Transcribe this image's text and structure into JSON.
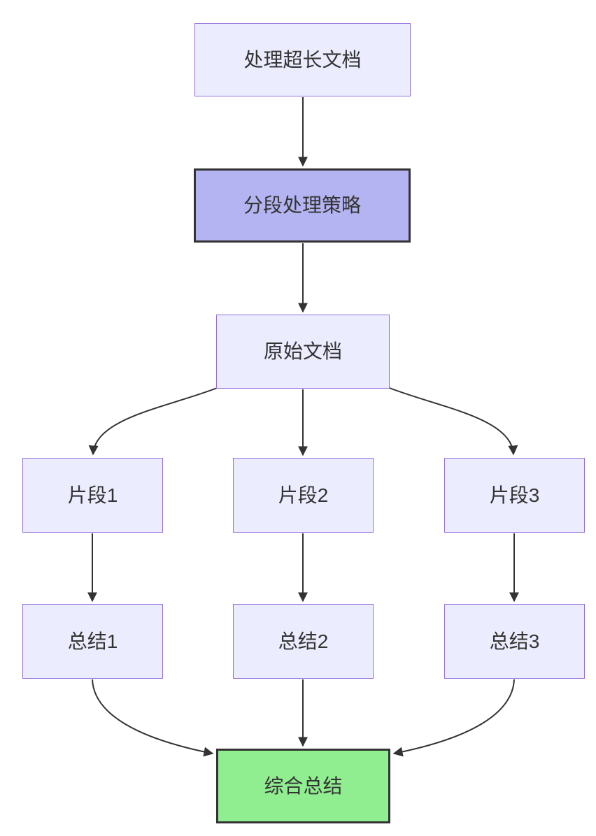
{
  "diagram": {
    "type": "flowchart",
    "direction": "top-down",
    "nodes": [
      {
        "id": "process-long-document",
        "label": "处理超长文档",
        "style": "default"
      },
      {
        "id": "segmentation-strategy",
        "label": "分段处理策略",
        "style": "highlight"
      },
      {
        "id": "original-document",
        "label": "原始文档",
        "style": "default"
      },
      {
        "id": "fragment-1",
        "label": "片段1",
        "style": "default"
      },
      {
        "id": "fragment-2",
        "label": "片段2",
        "style": "default"
      },
      {
        "id": "fragment-3",
        "label": "片段3",
        "style": "default"
      },
      {
        "id": "summary-1",
        "label": "总结1",
        "style": "default"
      },
      {
        "id": "summary-2",
        "label": "总结2",
        "style": "default"
      },
      {
        "id": "summary-3",
        "label": "总结3",
        "style": "default"
      },
      {
        "id": "final-summary",
        "label": "综合总结",
        "style": "result"
      }
    ],
    "edges": [
      {
        "from": "process-long-document",
        "to": "segmentation-strategy"
      },
      {
        "from": "segmentation-strategy",
        "to": "original-document"
      },
      {
        "from": "original-document",
        "to": "fragment-1"
      },
      {
        "from": "original-document",
        "to": "fragment-2"
      },
      {
        "from": "original-document",
        "to": "fragment-3"
      },
      {
        "from": "fragment-1",
        "to": "summary-1"
      },
      {
        "from": "fragment-2",
        "to": "summary-2"
      },
      {
        "from": "fragment-3",
        "to": "summary-3"
      },
      {
        "from": "summary-1",
        "to": "final-summary"
      },
      {
        "from": "summary-2",
        "to": "final-summary"
      },
      {
        "from": "summary-3",
        "to": "final-summary"
      }
    ],
    "colors": {
      "default_fill": "#ECECFF",
      "default_border": "#9370DB",
      "highlight_fill": "#B4B4F2",
      "highlight_border": "#333333",
      "result_fill": "#90EE90",
      "result_border": "#333333",
      "edge": "#333333",
      "text": "#333333",
      "background": "#FFFFFF"
    }
  }
}
